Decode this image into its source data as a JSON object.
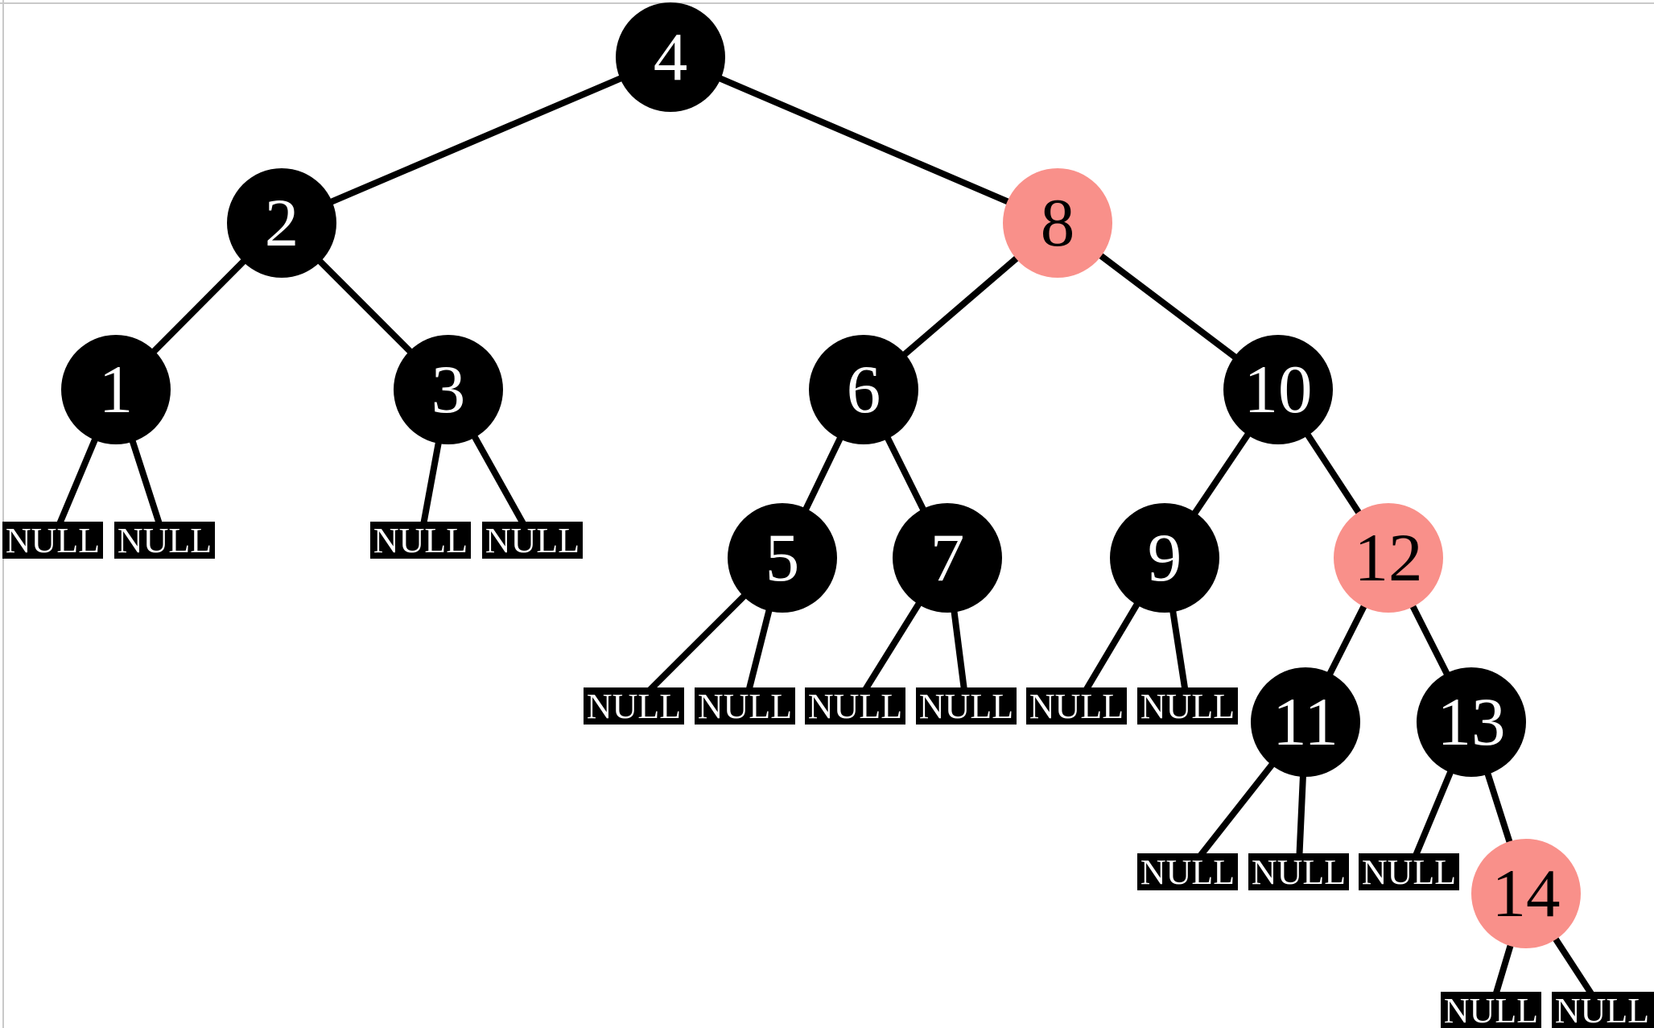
{
  "diagram": {
    "type": "red-black-tree",
    "null_label": "NULL",
    "colors": {
      "black": "#000000",
      "red": "#F9908A",
      "text_on_black": "#ffffff",
      "text_on_red": "#000000",
      "edge": "#000000",
      "background": "#ffffff",
      "frame_border": "#c9c9c9"
    },
    "nodes": {
      "n1": {
        "label": "1",
        "color": "black"
      },
      "n2": {
        "label": "2",
        "color": "black"
      },
      "n3": {
        "label": "3",
        "color": "black"
      },
      "n4": {
        "label": "4",
        "color": "black"
      },
      "n5": {
        "label": "5",
        "color": "black"
      },
      "n6": {
        "label": "6",
        "color": "black"
      },
      "n7": {
        "label": "7",
        "color": "black"
      },
      "n8": {
        "label": "8",
        "color": "red"
      },
      "n9": {
        "label": "9",
        "color": "black"
      },
      "n10": {
        "label": "10",
        "color": "black"
      },
      "n11": {
        "label": "11",
        "color": "black"
      },
      "n12": {
        "label": "12",
        "color": "red"
      },
      "n13": {
        "label": "13",
        "color": "black"
      },
      "n14": {
        "label": "14",
        "color": "red"
      }
    },
    "hierarchy": {
      "root": "4",
      "children": {
        "4": [
          "2",
          "8"
        ],
        "2": [
          "1",
          "3"
        ],
        "8": [
          "6",
          "10"
        ],
        "1": [
          "NULL",
          "NULL"
        ],
        "3": [
          "NULL",
          "NULL"
        ],
        "6": [
          "5",
          "7"
        ],
        "10": [
          "9",
          "12"
        ],
        "5": [
          "NULL",
          "NULL"
        ],
        "7": [
          "NULL",
          "NULL"
        ],
        "9": [
          "NULL",
          "NULL"
        ],
        "12": [
          "11",
          "13"
        ],
        "11": [
          "NULL",
          "NULL"
        ],
        "13": [
          "NULL",
          "14"
        ],
        "14": [
          "NULL",
          "NULL"
        ]
      }
    }
  }
}
